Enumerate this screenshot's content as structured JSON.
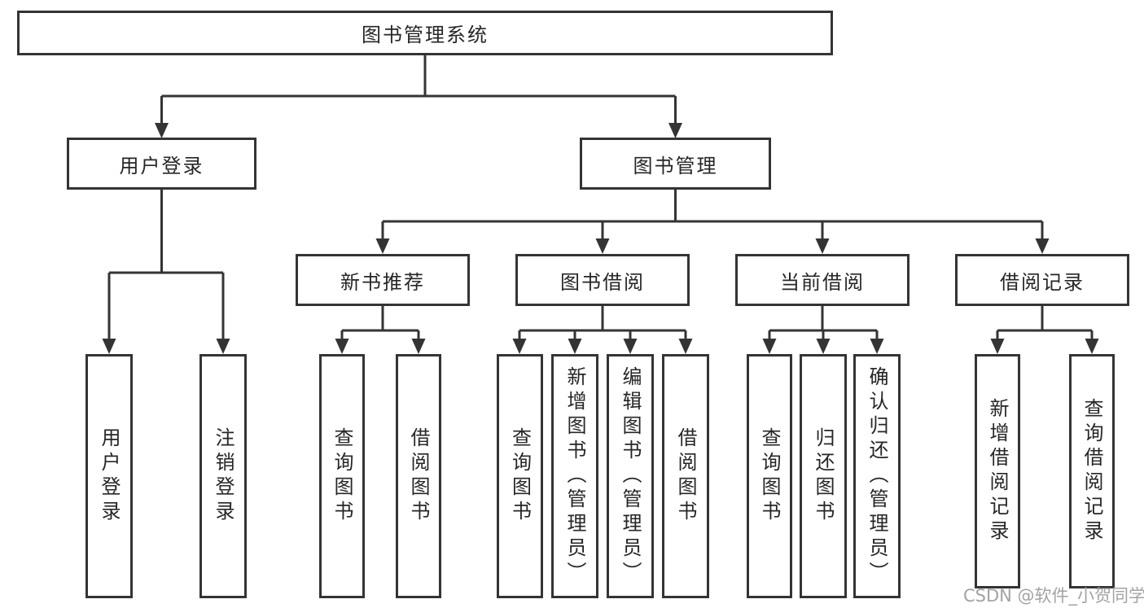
{
  "tree": {
    "root": {
      "label": "图书管理系统",
      "children": [
        {
          "label": "用户登录",
          "children": [
            {
              "label": "用户登录"
            },
            {
              "label": "注销登录"
            }
          ]
        },
        {
          "label": "图书管理",
          "children": [
            {
              "label": "新书推荐",
              "children": [
                {
                  "label": "查询图书"
                },
                {
                  "label": "借阅图书"
                }
              ]
            },
            {
              "label": "图书借阅",
              "children": [
                {
                  "label": "查询图书"
                },
                {
                  "label": "新增图书（管理员）"
                },
                {
                  "label": "编辑图书（管理员）"
                },
                {
                  "label": "借阅图书"
                }
              ]
            },
            {
              "label": "当前借阅",
              "children": [
                {
                  "label": "查询图书"
                },
                {
                  "label": "归还图书"
                },
                {
                  "label": "确认归还（管理员）"
                }
              ]
            },
            {
              "label": "借阅记录",
              "children": [
                {
                  "label": "新增借阅记录"
                },
                {
                  "label": "查询借阅记录"
                }
              ]
            }
          ]
        }
      ]
    }
  },
  "watermark": {
    "text": "CSDN @软件_小贺同学"
  },
  "colors": {
    "line": "#343434",
    "node_border": "#343434",
    "node_fill": "#ffffff",
    "text": "#262626",
    "watermark": "#a3a3a3",
    "background": "#ffffff"
  }
}
